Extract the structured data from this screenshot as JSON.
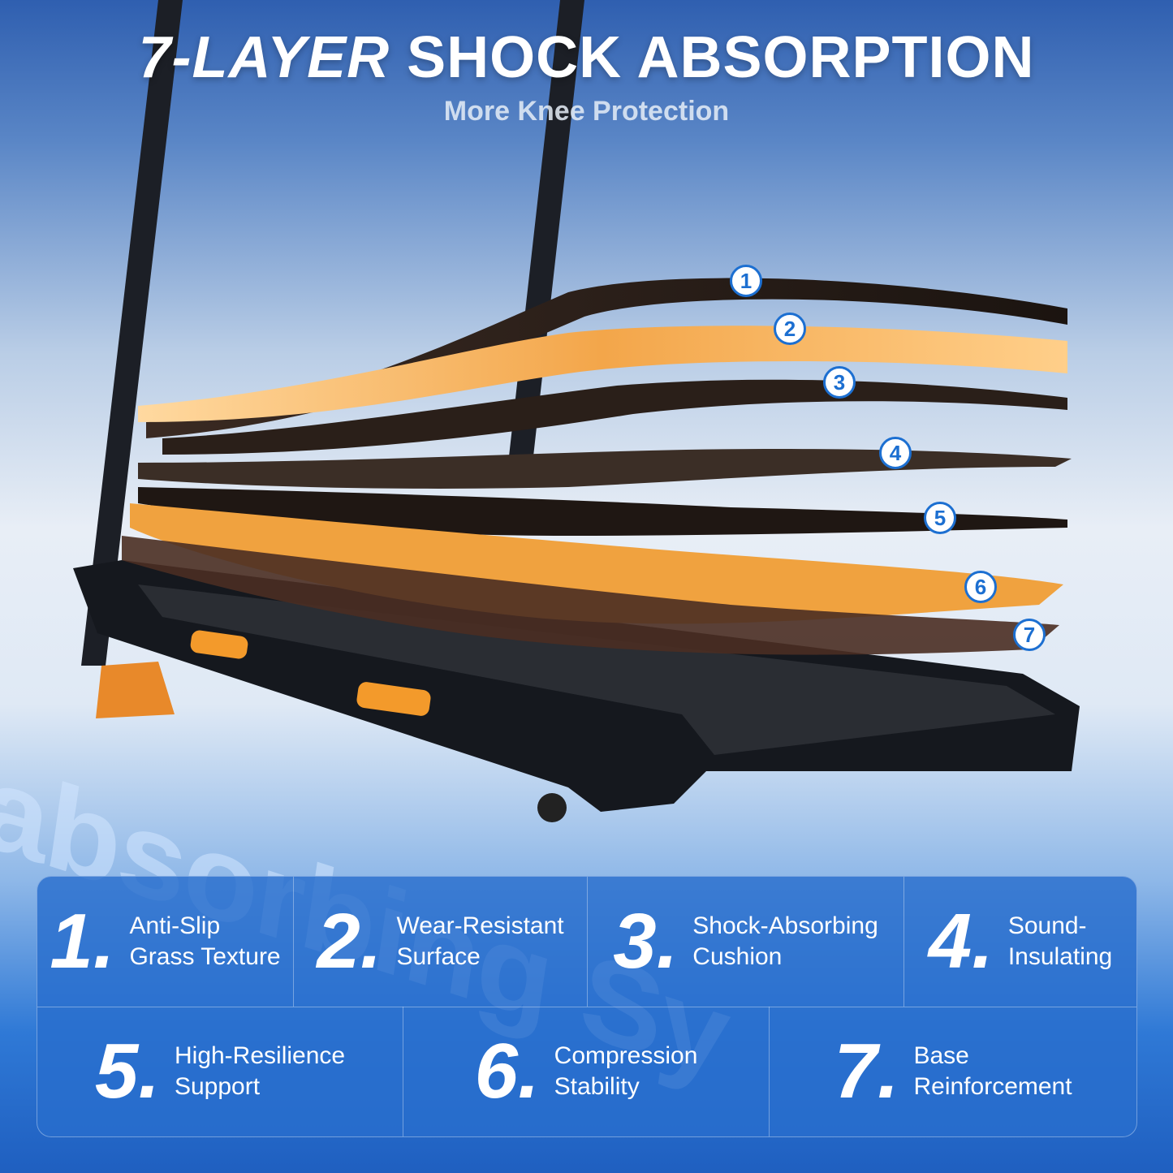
{
  "header": {
    "title_bold": "7-LAYER",
    "title_rest": " SHOCK ABSORPTION",
    "subtitle": "More Knee Protection"
  },
  "watermark": "absorbing Sy",
  "badges": [
    "1",
    "2",
    "3",
    "4",
    "5",
    "6",
    "7"
  ],
  "features": [
    {
      "number": "1.",
      "line1": "Anti-Slip",
      "line2": "Grass Texture"
    },
    {
      "number": "2.",
      "line1": "Wear-Resistant",
      "line2": "Surface"
    },
    {
      "number": "3.",
      "line1": "Shock-Absorbing",
      "line2": "Cushion"
    },
    {
      "number": "4.",
      "line1": "Sound-",
      "line2": "Insulating"
    },
    {
      "number": "5.",
      "line1": "High-Resilience",
      "line2": "Support"
    },
    {
      "number": "6.",
      "line1": "Compression",
      "line2": "Stability"
    },
    {
      "number": "7.",
      "line1": "Base",
      "line2": "Reinforcement"
    }
  ],
  "colors": {
    "accent": "#1c6fd1",
    "orange": "#f39a2b",
    "panel": "#2f74cf"
  }
}
